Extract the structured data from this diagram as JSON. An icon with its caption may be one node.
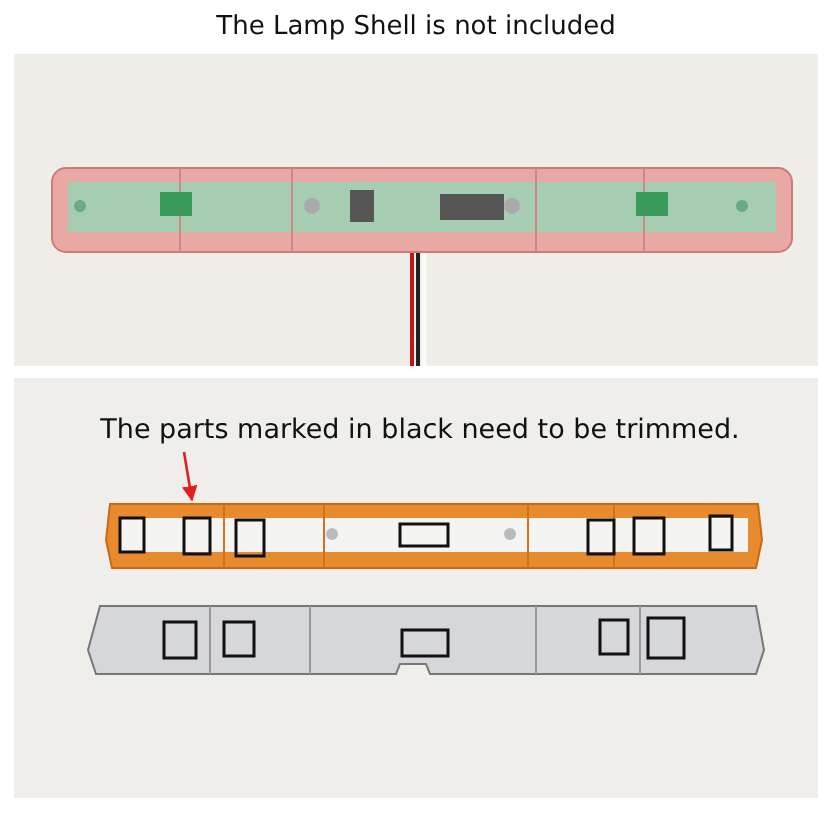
{
  "diagram": {
    "title": "The Lamp Shell is not included",
    "nodes": [
      {
        "text": [
          "The parts marked in black need to be trimmed."
        ]
      },
      {
        "text": [],
        "shape": "picture"
      }
    ],
    "edges": [
      {
        "from": 0,
        "to": 1,
        "arrow": "to",
        "color": "#e02020"
      }
    ]
  }
}
